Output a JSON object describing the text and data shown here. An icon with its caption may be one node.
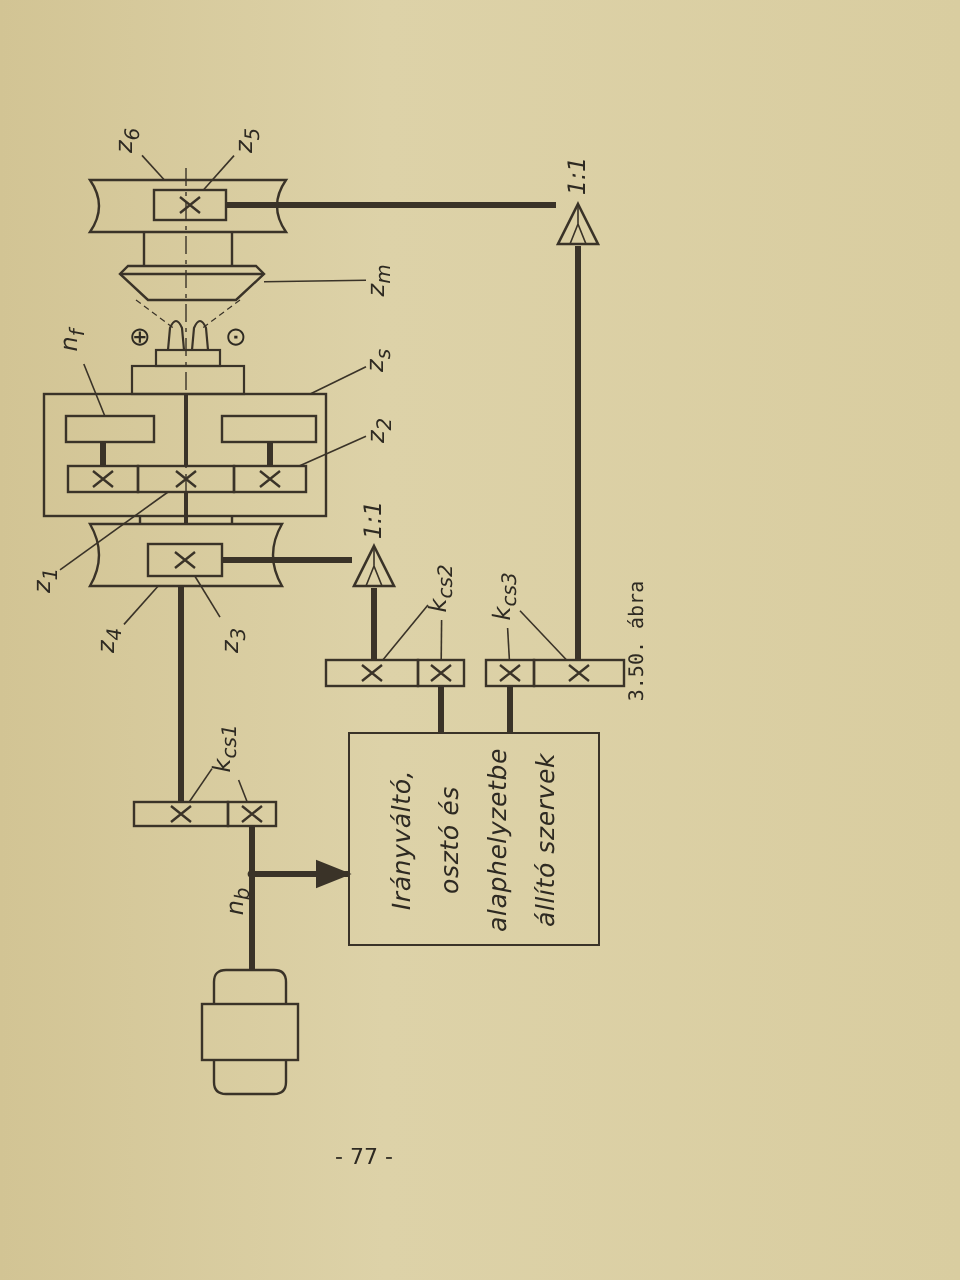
{
  "diagram": {
    "nodes": [
      {
        "text": [
          "z$_{6}$"
        ]
      },
      {
        "text": [
          "z$_{5}$"
        ]
      },
      {
        "text": [],
        "shape": "pulley"
      },
      {
        "text": [],
        "shape": "gear",
        "in": 2
      },
      {
        "text": [],
        "shape": "cone"
      },
      {
        "text": [
          "z$_{m}$"
        ]
      },
      {
        "text": [],
        "shape": "box"
      },
      {
        "text": [
          "n$_{f}$"
        ]
      },
      {
        "text": [],
        "shape": "bar",
        "in": 6
      },
      {
        "text": [],
        "shape": "bar",
        "in": 6
      },
      {
        "text": [],
        "shape": "gear",
        "in": 6
      },
      {
        "text": [],
        "shape": "gear",
        "in": 6
      },
      {
        "text": [],
        "shape": "gear",
        "in": 6
      },
      {
        "text": [
          "z$_{s}$"
        ]
      },
      {
        "text": [
          "z$_{2}$"
        ]
      },
      {
        "text": [
          "z$_{1}$"
        ]
      },
      {
        "text": [],
        "shape": "pulley"
      },
      {
        "text": [],
        "shape": "gear",
        "in": 16
      },
      {
        "text": [
          "z$_{4}$"
        ]
      },
      {
        "text": [
          "z$_{3}$"
        ]
      },
      {
        "text": [
          "1:1"
        ]
      },
      {
        "text": [
          "1:1"
        ]
      },
      {
        "text": [
          "k$_{cs2}$"
        ]
      },
      {
        "text": [
          "k$_{cs3}$"
        ]
      },
      {
        "text": [],
        "shape": "gear"
      },
      {
        "text": [],
        "shape": "gear"
      },
      {
        "text": [],
        "shape": "gear"
      },
      {
        "text": [],
        "shape": "gear"
      },
      {
        "text": [
          "k$_{cs1}$"
        ]
      },
      {
        "text": [],
        "shape": "gear"
      },
      {
        "text": [],
        "shape": "gear"
      },
      {
        "text": [
          "Irányváltó, osztó és alaphelyzetbe állító szervek"
        ]
      },
      {
        "text": [],
        "shape": "motor"
      },
      {
        "text": [],
        "shape": "cylinder"
      }
    ],
    "edges": [
      {
        "from": 0,
        "to": 2,
        "arrow": "none"
      },
      {
        "from": 1,
        "to": 3,
        "arrow": "none"
      },
      {
        "from": 5,
        "to": 4,
        "arrow": "none"
      },
      {
        "from": 13,
        "to": 6,
        "arrow": "none"
      },
      {
        "from": 14,
        "to": 12,
        "arrow": "none"
      },
      {
        "from": 7,
        "to": 8,
        "arrow": "none"
      },
      {
        "from": 15,
        "to": 11,
        "arrow": "none"
      },
      {
        "from": 18,
        "to": 16,
        "arrow": "none"
      },
      {
        "from": 19,
        "to": 17,
        "arrow": "none"
      },
      {
        "from": 3,
        "to": 21,
        "arrow": "none",
        "style": "thick"
      },
      {
        "from": 21,
        "to": 27,
        "arrow": "none",
        "style": "thick"
      },
      {
        "from": 17,
        "to": 20,
        "arrow": "none",
        "style": "thick"
      },
      {
        "from": 20,
        "to": 24,
        "arrow": "none",
        "style": "thick"
      },
      {
        "from": 22,
        "to": 24,
        "arrow": "none"
      },
      {
        "from": 22,
        "to": 25,
        "arrow": "none"
      },
      {
        "from": 23,
        "to": 26,
        "arrow": "none"
      },
      {
        "from": 23,
        "to": 27,
        "arrow": "none"
      },
      {
        "from": 28,
        "to": 29,
        "arrow": "none"
      },
      {
        "from": 28,
        "to": 30,
        "arrow": "none"
      },
      {
        "from": 29,
        "to": 16,
        "arrow": "none",
        "style": "thick"
      },
      {
        "from": 30,
        "to": 32,
        "arrow": "none",
        "style": "thick"
      },
      {
        "from": 30,
        "to": 31,
        "arrow": "to",
        "style": "thick"
      },
      {
        "from": 25,
        "to": 31,
        "arrow": "none",
        "style": "thick"
      },
      {
        "from": 26,
        "to": 31,
        "arrow": "none",
        "style": "thick"
      },
      {
        "from": 8,
        "to": 10,
        "arrow": "none",
        "style": "thick"
      },
      {
        "from": 9,
        "to": 12,
        "arrow": "none",
        "style": "thick"
      }
    ],
    "labels": [
      "⊕",
      "⊙",
      "n$_{b}$",
      "3.50. ábra",
      "- 77 -"
    ]
  }
}
